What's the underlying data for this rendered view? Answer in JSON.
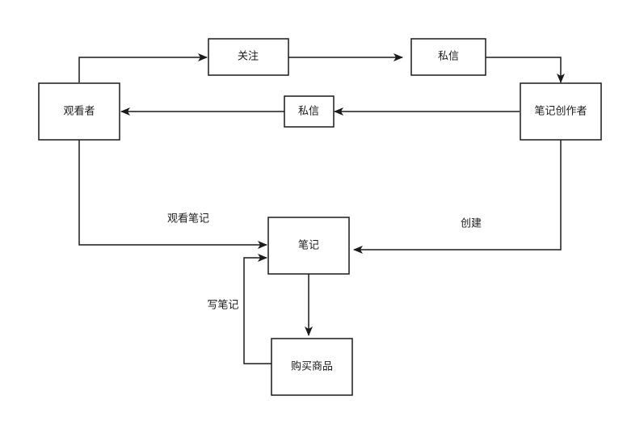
{
  "nodes": {
    "viewer": "观看者",
    "follow": "关注",
    "dm_top": "私信",
    "creator": "笔记创作者",
    "dm_mid": "私信",
    "note": "笔记",
    "buy": "购买商品"
  },
  "edges": {
    "view_note": "观看笔记",
    "create": "创建",
    "write_note": "写笔记"
  }
}
